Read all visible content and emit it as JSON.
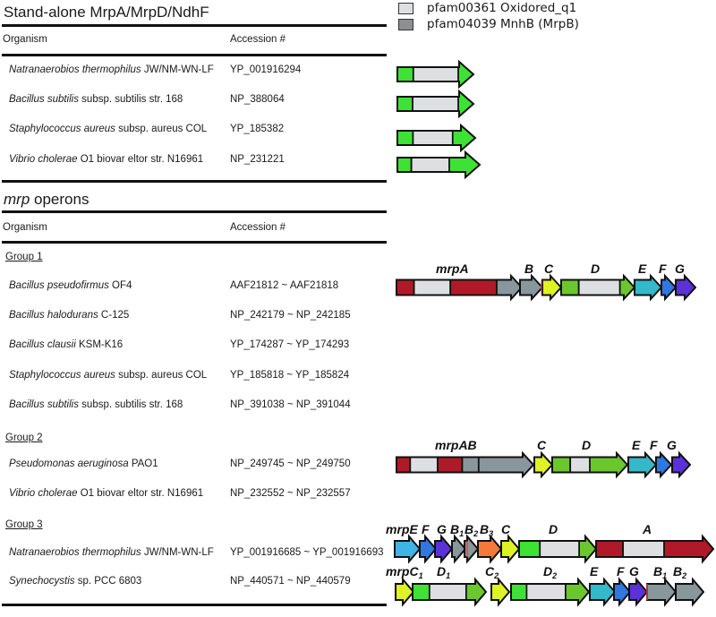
{
  "legend": [
    {
      "label": "pfam00361 Oxidored_q1",
      "color": "#dde0e2"
    },
    {
      "label": "pfam04039 MnhB (MrpB)",
      "color": "#8c9092"
    }
  ],
  "colors": {
    "green": "#3ee234",
    "grey_domain": "#dde0e2",
    "mrpA_red": "#b01a28",
    "mrpB_grey": "#87979c",
    "mrpC_yellow": "#dff226",
    "mrpD_green": "#6bc72e",
    "mrpE_cyan": "#35b8c9",
    "mrpF_blue": "#2f78e0",
    "mrpG_purple": "#5a32d8",
    "mrpB3_orange": "#f57a3a",
    "mrpE_lightcyan": "#3fb5e6",
    "red_line": "#e84040"
  },
  "standalone": {
    "title": "Stand-alone MrpA/MrpD/NdhF",
    "col_organism": "Organism",
    "col_accession": "Accession #",
    "rows": [
      {
        "species": "Natranaerobios thermophilus",
        "strain": " JW/NM-WN-LF",
        "accession": "YP_001916294"
      },
      {
        "species": "Bacillus subtilis",
        "strain": " subsp. subtilis str. 168",
        "accession": "NP_388064"
      },
      {
        "species": "Staphylococcus aureus",
        "strain": " subsp. aureus COL",
        "accession": "YP_185382"
      },
      {
        "species": "Vibrio cholerae",
        "strain": " O1 biovar eltor str. N16961",
        "accession": "NP_231221"
      }
    ]
  },
  "operons": {
    "title_italic": "mrp",
    "title_rest": " operons",
    "col_organism": "Organism",
    "col_accession": "Accession #",
    "groups": [
      {
        "label": "Group 1",
        "rows": [
          {
            "species": "Bacillus pseudofirmus",
            "strain": " OF4",
            "accession": "AAF21812 ~ AAF21818"
          },
          {
            "species": "Bacillus halodurans",
            "strain": " C-125",
            "accession": "NP_242179 ~ NP_242185"
          },
          {
            "species": "Bacillus clausii",
            "strain": " KSM-K16",
            "accession": "YP_174287 ~ YP_174293"
          },
          {
            "species": "Staphylococcus aureus",
            "strain": " subsp. aureus COL",
            "accession": "YP_185818 ~ YP_185824"
          },
          {
            "species": "Bacillus subtilis",
            "strain": " subsp. subtilis str. 168",
            "accession": "NP_391038 ~ NP_391044"
          }
        ]
      },
      {
        "label": "Group 2",
        "rows": [
          {
            "species": "Pseudomonas aeruginosa",
            "strain": " PAO1",
            "accession": "NP_249745 ~ NP_249750"
          },
          {
            "species": "Vibrio cholerae",
            "strain": " O1 biovar eltor str. N16961",
            "accession": "NP_232552 ~ NP_232557"
          }
        ]
      },
      {
        "label": "Group 3",
        "rows": [
          {
            "species": "Natranaerobios thermophilus",
            "strain": " JW/NM-WN-LF",
            "accession": "YP_001916685 ~ YP_001916693"
          },
          {
            "species": "Synechocystis",
            "strain": " sp. PCC 6803",
            "accession": "NP_440571 ~ NP_440579"
          }
        ]
      }
    ]
  },
  "gene_maps": {
    "standalone": [
      {
        "name": "natranaerobios-mrpA-like",
        "genes": [
          {
            "color": "green",
            "domains": [
              [
                "green",
                0,
                0.21
              ],
              [
                "grey_domain",
                0.21,
                0.8
              ]
            ]
          }
        ]
      },
      {
        "name": "bsubtilis-mrpA-like",
        "genes": [
          {
            "color": "green",
            "domains": [
              [
                "green",
                0,
                0.2
              ],
              [
                "grey_domain",
                0.2,
                0.8
              ]
            ]
          }
        ]
      },
      {
        "name": "saureus-mrpA-like",
        "genes": [
          {
            "color": "green",
            "domains": [
              [
                "green",
                0,
                0.2
              ],
              [
                "grey_domain",
                0.2,
                0.71
              ]
            ]
          }
        ]
      },
      {
        "name": "vcholerae-mrpA-like",
        "genes": [
          {
            "color": "green",
            "domains": [
              [
                "green",
                0,
                0.17
              ],
              [
                "grey_domain",
                0.17,
                0.63
              ]
            ]
          }
        ]
      }
    ],
    "group1": {
      "labels": [
        {
          "text": "mrpA",
          "sub": ""
        },
        {
          "text": "B",
          "sub": ""
        },
        {
          "text": "C",
          "sub": ""
        },
        {
          "text": "D",
          "sub": ""
        },
        {
          "text": "E",
          "sub": ""
        },
        {
          "text": "F",
          "sub": ""
        },
        {
          "text": "G",
          "sub": ""
        }
      ],
      "genes": [
        {
          "id": "mrpA",
          "color": "mrpB_grey",
          "domains": [
            [
              "mrpA_red",
              0,
              0.14
            ],
            [
              "grey_domain",
              0.14,
              0.43
            ],
            [
              "mrpA_red",
              0.43,
              0.8
            ]
          ]
        },
        {
          "id": "mrpB",
          "color": "mrpB_grey"
        },
        {
          "id": "mrpC",
          "color": "mrpC_yellow"
        },
        {
          "id": "mrpD",
          "color": "mrpD_green",
          "domains": [
            [
              "mrpD_green",
              0,
              0.24
            ],
            [
              "grey_domain",
              0.24,
              0.8
            ]
          ]
        },
        {
          "id": "mrpE",
          "color": "mrpE_cyan"
        },
        {
          "id": "mrpF",
          "color": "mrpF_blue"
        },
        {
          "id": "mrpG",
          "color": "mrpG_purple"
        }
      ]
    },
    "group2": {
      "labels": [
        {
          "text": "mrpAB",
          "sub": ""
        },
        {
          "text": "C",
          "sub": ""
        },
        {
          "text": "D",
          "sub": ""
        },
        {
          "text": "E",
          "sub": ""
        },
        {
          "text": "F",
          "sub": ""
        },
        {
          "text": "G",
          "sub": ""
        }
      ],
      "genes": [
        {
          "id": "mrpAB",
          "color": "mrpB_grey",
          "domains": [
            [
              "mrpA_red",
              0,
              0.1
            ],
            [
              "grey_domain",
              0.1,
              0.3
            ],
            [
              "mrpA_red",
              0.3,
              0.48
            ],
            [
              "mrpB_grey",
              0.48,
              0.6
            ]
          ]
        },
        {
          "id": "mrpC",
          "color": "mrpC_yellow"
        },
        {
          "id": "mrpD",
          "color": "mrpD_green",
          "domains": [
            [
              "mrpD_green",
              0,
              0.24
            ],
            [
              "grey_domain",
              0.24,
              0.5
            ]
          ]
        },
        {
          "id": "mrpE",
          "color": "mrpE_cyan"
        },
        {
          "id": "mrpF",
          "color": "mrpF_blue"
        },
        {
          "id": "mrpG",
          "color": "mrpG_purple"
        }
      ]
    },
    "group3_natranaerobios": {
      "labels": [
        {
          "text": "mrpE",
          "sub": ""
        },
        {
          "text": "F",
          "sub": ""
        },
        {
          "text": "G",
          "sub": ""
        },
        {
          "text": "B",
          "sub": "1"
        },
        {
          "text": "B",
          "sub": "2"
        },
        {
          "text": "B",
          "sub": "3"
        },
        {
          "text": "C",
          "sub": ""
        },
        {
          "text": "D",
          "sub": ""
        },
        {
          "text": "A",
          "sub": ""
        }
      ],
      "genes": [
        {
          "id": "mrpE",
          "color": "mrpE_lightcyan"
        },
        {
          "id": "mrpF",
          "color": "mrpF_blue"
        },
        {
          "id": "mrpG",
          "color": "mrpG_purple"
        },
        {
          "id": "mrpB1",
          "color": "mrpB_grey"
        },
        {
          "id": "mrpB2",
          "color": "mrpB_grey"
        },
        {
          "id": "mrpB3",
          "color": "mrpB3_orange"
        },
        {
          "id": "mrpC",
          "color": "mrpC_yellow"
        },
        {
          "id": "mrpD",
          "color": "mrpD_green",
          "domains": [
            [
              "green",
              0,
              0.27
            ],
            [
              "grey_domain",
              0.27,
              0.78
            ]
          ]
        },
        {
          "id": "mrpA",
          "color": "mrpA_red",
          "domains": [
            [
              "mrpA_red",
              0,
              0.23
            ],
            [
              "grey_domain",
              0.23,
              0.58
            ]
          ]
        }
      ]
    },
    "group3_synechocystis": {
      "labels": [
        {
          "text": "mrpC",
          "sub": "1"
        },
        {
          "text": "D",
          "sub": "1"
        },
        {
          "text": "C",
          "sub": "2"
        },
        {
          "text": "D",
          "sub": "2"
        },
        {
          "text": "E",
          "sub": ""
        },
        {
          "text": "F",
          "sub": ""
        },
        {
          "text": "G",
          "sub": ""
        },
        {
          "text": "B",
          "sub": "1"
        },
        {
          "text": "B",
          "sub": "2"
        }
      ],
      "genes": [
        {
          "id": "mrpC1",
          "color": "mrpC_yellow"
        },
        {
          "id": "mrpD1",
          "color": "mrpD_green",
          "domains": [
            [
              "green",
              0,
              0.23
            ],
            [
              "grey_domain",
              0.23,
              0.73
            ]
          ]
        },
        {
          "id": "mrpC2",
          "color": "mrpC_yellow"
        },
        {
          "id": "mrpD2",
          "color": "mrpD_green",
          "domains": [
            [
              "green",
              0,
              0.2
            ],
            [
              "grey_domain",
              0.2,
              0.7
            ]
          ]
        },
        {
          "id": "mrpE",
          "color": "mrpE_cyan"
        },
        {
          "id": "mrpF",
          "color": "mrpF_blue"
        },
        {
          "id": "mrpG",
          "color": "mrpG_purple"
        },
        {
          "id": "mrpB1",
          "color": "mrpB_grey"
        },
        {
          "id": "mrpB2",
          "color": "mrpB_grey"
        }
      ]
    }
  }
}
